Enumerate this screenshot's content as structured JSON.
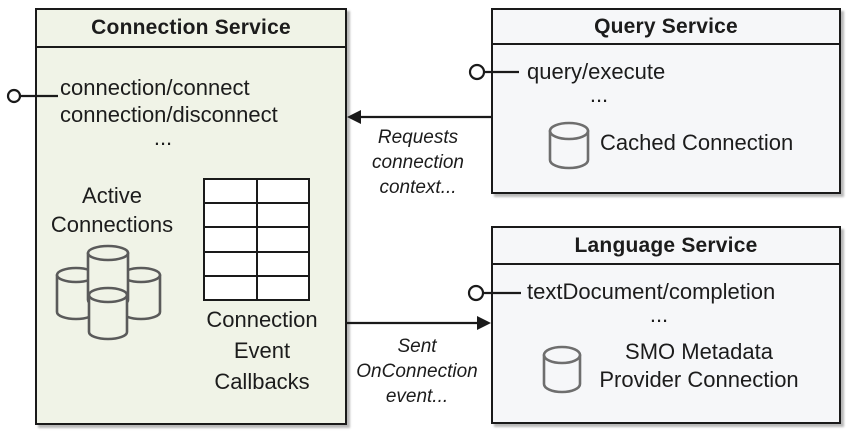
{
  "connection_service": {
    "title": "Connection Service",
    "methods": [
      "connection/connect",
      "connection/disconnect",
      "..."
    ],
    "active_connections": [
      "Active",
      "Connections"
    ],
    "callbacks": [
      "Connection",
      "Event",
      "Callbacks"
    ]
  },
  "query_service": {
    "title": "Query Service",
    "method": "query/execute",
    "ellipsis": "...",
    "connection_label": "Cached Connection"
  },
  "language_service": {
    "title": "Language Service",
    "method": "textDocument/completion",
    "ellipsis": "...",
    "connection_label": [
      "SMO Metadata",
      "Provider Connection"
    ]
  },
  "arrows": {
    "requests_label": [
      "Requests",
      "connection",
      "context..."
    ],
    "sent_label": [
      "Sent",
      "OnConnection",
      "event..."
    ]
  },
  "icons": {
    "active_connections": "database-cluster-icon",
    "cached_connection": "database-icon",
    "smo_connection": "database-icon"
  },
  "colors": {
    "connection_box_bg": "#f0f3e7",
    "service_box_bg": "#f6f7f9",
    "border": "#1a1a1a",
    "cluster_cylinder_stroke": "#5a5a5a",
    "single_cylinder_stroke": "#6e6e6e"
  }
}
